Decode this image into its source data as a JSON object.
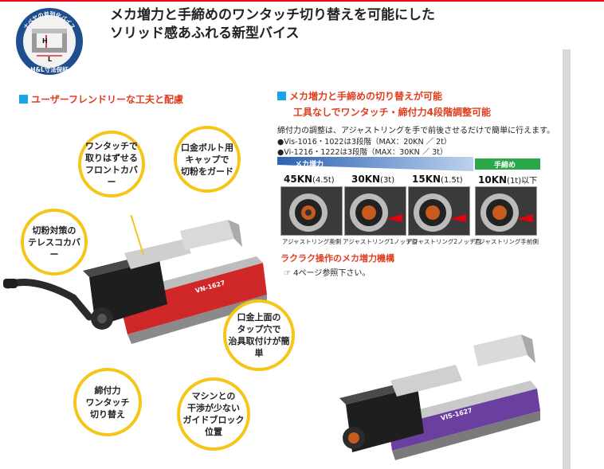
{
  "header": {
    "line1": "メカ増力と手締めのワンタッチ切り替えを可能にした",
    "line2": "ソリッド感あふれる新型バイス"
  },
  "badge": {
    "arc_text": "ナベヤの並列化バイス",
    "h_label": "H",
    "l_label": "L",
    "bottom_text": "H&L寸法保証"
  },
  "left_section": {
    "title": "ユーザーフレンドリーな工夫と配慮",
    "callouts": [
      "ワンタッチで\n取りはずせる\nフロントカバー",
      "口金ボルト用\nキャップで\n切粉をガード",
      "切粉対策の\nテレスコカバー",
      "口金上面の\nタップ穴で\n治具取付けが簡単",
      "締付力\nワンタッチ\n切り替え",
      "マシンとの\n干渉が少ない\nガイドブロック位置"
    ],
    "product_label": "VN-1627"
  },
  "right_section": {
    "title_line1": "メカ増力と手締めの切り替えが可能",
    "title_line2": "工具なしでワンタッチ・締付力4段階調整可能",
    "description": "締付力の調整は、アジャストリングを手で前後させるだけで簡単に行えます。",
    "spec1": "●Vis-1016・1022は3段階（MAX：20KN ／ 2t）",
    "spec2": "●Vi-1216・1222は3段階（MAX：30KN ／ 3t）",
    "mecha_label": "メカ増力",
    "hand_label": "手締め",
    "stages": [
      {
        "force": "45KN",
        "ton": "(4.5t)",
        "caption": "アジャストリング奥側"
      },
      {
        "force": "30KN",
        "ton": "(3t)",
        "caption": "アジャストリング1ノッチ目"
      },
      {
        "force": "15KN",
        "ton": "(1.5t)",
        "caption": "アジャストリング2ノッチ目"
      },
      {
        "force": "10KN",
        "ton": "(1t)以下",
        "caption": "アジャストリング手前側"
      }
    ],
    "rakuraku_title": "ラクラク操作のメカ増力機構",
    "ref_icon": "☞",
    "reference": "4ページ参照下さい。",
    "product_label": "VIS-1627"
  },
  "colors": {
    "accent_red": "#e03c1e",
    "bullet_blue": "#1aa3e8",
    "bubble_yellow": "#f5c518",
    "mecha_blue": "#2c62b0",
    "hand_green": "#2aa84a"
  }
}
